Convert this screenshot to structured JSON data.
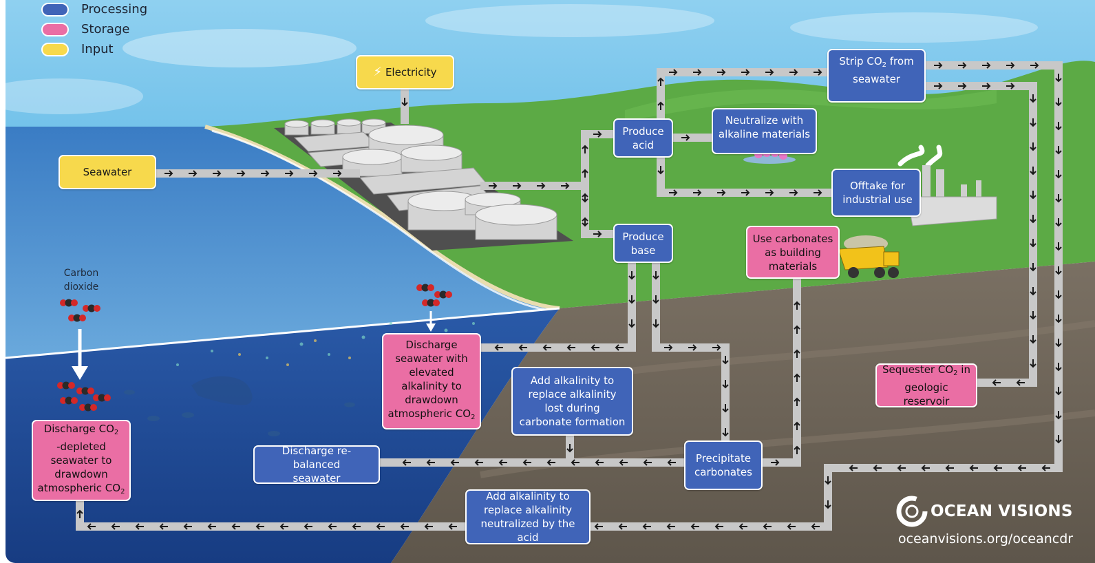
{
  "legend": {
    "items": [
      {
        "label": "Processing",
        "color": "#4064b8"
      },
      {
        "label": "Storage",
        "color": "#ea6ea4"
      },
      {
        "label": "Input",
        "color": "#f7d94c"
      }
    ]
  },
  "inputs": {
    "electricity": "Electricity",
    "seawater": "Seawater"
  },
  "processing": {
    "produce_acid": [
      "Produce",
      "acid"
    ],
    "produce_base": [
      "Produce",
      "base"
    ],
    "strip_co2": [
      "Strip CO",
      "2",
      " from",
      "seawater"
    ],
    "neutralize": [
      "Neutralize with",
      "alkaline materials"
    ],
    "offtake": [
      "Offtake for",
      "industrial use"
    ],
    "add_alkalinity_carbonate": [
      "Add alkalinity to",
      "replace alkalinity",
      "lost during",
      "carbonate formation"
    ],
    "discharge_rebalanced": [
      "Discharge re-balanced",
      "seawater"
    ],
    "precipitate": [
      "Precipitate",
      "carbonates"
    ],
    "add_alkalinity_acid": [
      "Add alkalinity to",
      "replace alkalinity",
      "neutralized by the acid"
    ]
  },
  "storage": {
    "use_carbonates": [
      "Use carbonates",
      "as building",
      "materials"
    ],
    "sequester": [
      "Sequester CO",
      "2",
      " in",
      "geologic reservoir"
    ],
    "discharge_elevated": [
      "Discharge",
      "seawater with",
      "elevated",
      "alkalinity to",
      "drawdown",
      "atmospheric CO",
      "2"
    ],
    "discharge_depleted": [
      "Discharge CO",
      "2",
      "-depleted",
      "seawater to",
      "drawdown",
      "atmospheric CO",
      "2"
    ]
  },
  "labels": {
    "carbon_dioxide": [
      "Carbon",
      "dioxide"
    ]
  },
  "brand": {
    "name": "OCEAN VISIONS",
    "url": "oceanvisions.org/oceancdr"
  },
  "colors": {
    "processing": "#4064b8",
    "storage": "#ea6ea4",
    "input": "#f7d94c",
    "pipe": "#c8c8c8",
    "arrow": "#1a1a1a",
    "sky": "#6cc3ea",
    "land": "#5caa45",
    "sea": "#2f6fb8",
    "deep_sea": "#1d4b97",
    "ground": "#6e6457"
  }
}
